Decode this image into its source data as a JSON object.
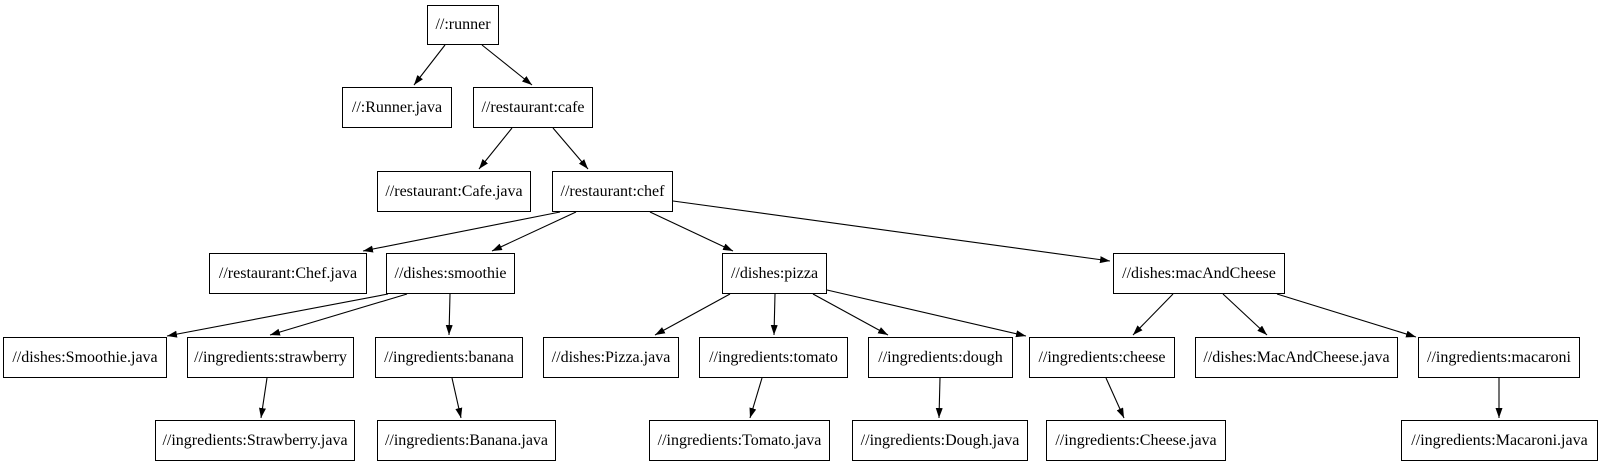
{
  "graph": {
    "type": "build-dependency-graph",
    "background_color": "#ffffff",
    "node_fill_color": "#ffffff",
    "node_border_color": "#000000",
    "text_color": "#000000",
    "edge_color": "#000000",
    "nodes": [
      {
        "id": "runner",
        "label": "//:runner"
      },
      {
        "id": "runner-java",
        "label": "//:Runner.java"
      },
      {
        "id": "cafe",
        "label": "//restaurant:cafe"
      },
      {
        "id": "cafe-java",
        "label": "//restaurant:Cafe.java"
      },
      {
        "id": "chef",
        "label": "//restaurant:chef"
      },
      {
        "id": "chef-java",
        "label": "//restaurant:Chef.java"
      },
      {
        "id": "smoothie",
        "label": "//dishes:smoothie"
      },
      {
        "id": "pizza",
        "label": "//dishes:pizza"
      },
      {
        "id": "macandcheese",
        "label": "//dishes:macAndCheese"
      },
      {
        "id": "smoothie-java",
        "label": "//dishes:Smoothie.java"
      },
      {
        "id": "strawberry",
        "label": "//ingredients:strawberry"
      },
      {
        "id": "banana",
        "label": "//ingredients:banana"
      },
      {
        "id": "pizza-java",
        "label": "//dishes:Pizza.java"
      },
      {
        "id": "tomato",
        "label": "//ingredients:tomato"
      },
      {
        "id": "dough",
        "label": "//ingredients:dough"
      },
      {
        "id": "cheese",
        "label": "//ingredients:cheese"
      },
      {
        "id": "macandcheese-java",
        "label": "//dishes:MacAndCheese.java"
      },
      {
        "id": "macaroni",
        "label": "//ingredients:macaroni"
      },
      {
        "id": "strawberry-java",
        "label": "//ingredients:Strawberry.java"
      },
      {
        "id": "banana-java",
        "label": "//ingredients:Banana.java"
      },
      {
        "id": "tomato-java",
        "label": "//ingredients:Tomato.java"
      },
      {
        "id": "dough-java",
        "label": "//ingredients:Dough.java"
      },
      {
        "id": "cheese-java",
        "label": "//ingredients:Cheese.java"
      },
      {
        "id": "macaroni-java",
        "label": "//ingredients:Macaroni.java"
      }
    ],
    "edges": [
      {
        "from": "//:runner",
        "to": "//:Runner.java"
      },
      {
        "from": "//:runner",
        "to": "//restaurant:cafe"
      },
      {
        "from": "//restaurant:cafe",
        "to": "//restaurant:Cafe.java"
      },
      {
        "from": "//restaurant:cafe",
        "to": "//restaurant:chef"
      },
      {
        "from": "//restaurant:chef",
        "to": "//restaurant:Chef.java"
      },
      {
        "from": "//restaurant:chef",
        "to": "//dishes:smoothie"
      },
      {
        "from": "//restaurant:chef",
        "to": "//dishes:pizza"
      },
      {
        "from": "//restaurant:chef",
        "to": "//dishes:macAndCheese"
      },
      {
        "from": "//dishes:smoothie",
        "to": "//dishes:Smoothie.java"
      },
      {
        "from": "//dishes:smoothie",
        "to": "//ingredients:strawberry"
      },
      {
        "from": "//dishes:smoothie",
        "to": "//ingredients:banana"
      },
      {
        "from": "//dishes:pizza",
        "to": "//dishes:Pizza.java"
      },
      {
        "from": "//dishes:pizza",
        "to": "//ingredients:tomato"
      },
      {
        "from": "//dishes:pizza",
        "to": "//ingredients:dough"
      },
      {
        "from": "//dishes:pizza",
        "to": "//ingredients:cheese"
      },
      {
        "from": "//dishes:macAndCheese",
        "to": "//ingredients:cheese"
      },
      {
        "from": "//dishes:macAndCheese",
        "to": "//dishes:MacAndCheese.java"
      },
      {
        "from": "//dishes:macAndCheese",
        "to": "//ingredients:macaroni"
      },
      {
        "from": "//ingredients:strawberry",
        "to": "//ingredients:Strawberry.java"
      },
      {
        "from": "//ingredients:banana",
        "to": "//ingredients:Banana.java"
      },
      {
        "from": "//ingredients:tomato",
        "to": "//ingredients:Tomato.java"
      },
      {
        "from": "//ingredients:dough",
        "to": "//ingredients:Dough.java"
      },
      {
        "from": "//ingredients:cheese",
        "to": "//ingredients:Cheese.java"
      },
      {
        "from": "//ingredients:macaroni",
        "to": "//ingredients:Macaroni.java"
      }
    ]
  }
}
